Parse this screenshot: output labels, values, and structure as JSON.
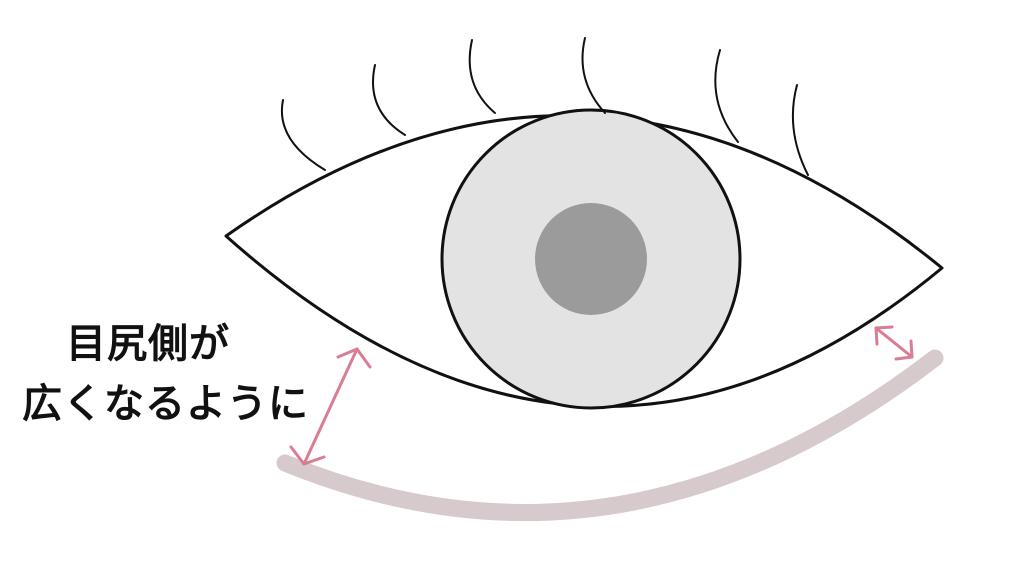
{
  "caption": {
    "line1": "目尻側が",
    "line2": "広くなるように"
  },
  "colors": {
    "outline": "#111111",
    "iris": "#e3e3e3",
    "pupil": "#9b9b9b",
    "arrow": "#d97d92",
    "lower_lid_line": "#d7cacd",
    "background": "#ffffff"
  },
  "icons": {
    "left_arrow": "double-headed-arrow",
    "right_arrow": "double-headed-arrow"
  }
}
